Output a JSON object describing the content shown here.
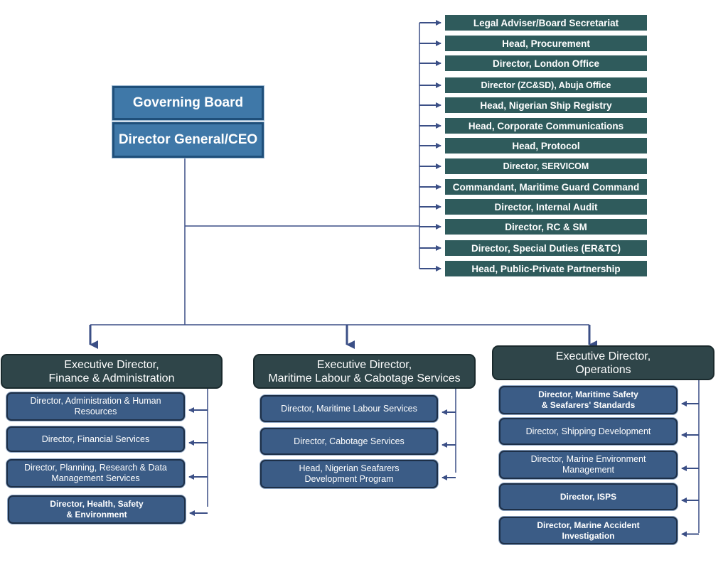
{
  "top": {
    "board": "Governing Board",
    "ceo": "Director General/CEO"
  },
  "side_units": [
    "Legal Adviser/Board Secretariat",
    "Head, Procurement",
    "Director, London Office",
    "Director (ZC&SD), Abuja Office",
    "Head, Nigerian Ship Registry",
    "Head, Corporate Communications",
    "Head, Protocol",
    "Director, SERVICOM",
    "Commandant, Maritime Guard Command",
    "Director, Internal Audit",
    "Director, RC & SM",
    "Director, Special Duties (ER&TC)",
    "Head, Public-Private Partnership"
  ],
  "executives": [
    {
      "title_line1": "Executive Director,",
      "title_line2": "Finance & Administration",
      "departments": [
        {
          "line1": "Director, Administration & Human",
          "line2": "Resources"
        },
        {
          "line1": "Director, Financial Services",
          "line2": ""
        },
        {
          "line1": "Director, Planning, Research & Data",
          "line2": "Management Services"
        },
        {
          "line1": "Director, Health, Safety",
          "line2": "& Environment"
        }
      ]
    },
    {
      "title_line1": "Executive Director,",
      "title_line2": "Maritime Labour & Cabotage Services",
      "departments": [
        {
          "line1": "Director, Maritime Labour Services",
          "line2": ""
        },
        {
          "line1": "Director, Cabotage Services",
          "line2": ""
        },
        {
          "line1": "Head, Nigerian Seafarers",
          "line2": "Development Program"
        }
      ]
    },
    {
      "title_line1": "Executive Director,",
      "title_line2": "Operations",
      "departments": [
        {
          "line1": "Director, Maritime Safety",
          "line2": "& Seafarers' Standards"
        },
        {
          "line1": "Director, Shipping Development",
          "line2": ""
        },
        {
          "line1": "Director, Marine Environment",
          "line2": "Management"
        },
        {
          "line1": "Director, ISPS",
          "line2": ""
        },
        {
          "line1": "Director, Marine Accident",
          "line2": "Investigation"
        }
      ]
    }
  ],
  "colors": {
    "line": "#3b4f86",
    "top_box": "#3f78a8",
    "side_box": "#2f5b5c",
    "exec_box": "#2f4549",
    "dept_box": "#3b5c86"
  }
}
